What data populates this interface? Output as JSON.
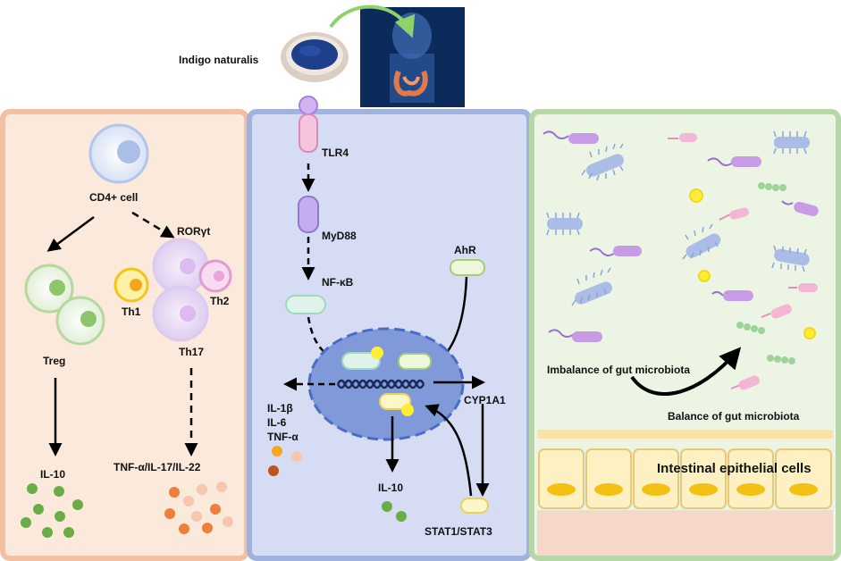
{
  "header": {
    "source_label": "Indigo naturalis"
  },
  "panel_immune": {
    "cd4_label": "CD4+ cell",
    "roryt_label": "RORγt",
    "th1_label": "Th1",
    "th2_label": "Th2",
    "treg_label": "Treg",
    "th17_label": "Th17",
    "il10_label": "IL-10",
    "th17_cytokines_label": "TNF-α/IL-17/IL-22"
  },
  "panel_signaling": {
    "tlr4_label": "TLR4",
    "myd88_label": "MyD88",
    "nfkb_label": "NF-κB",
    "ahr_label": "AhR",
    "cyp1a1_label": "CYP1A1",
    "il1b_label": "IL-1β",
    "il6_label": "IL-6",
    "tnfa_label": "TNF-α",
    "il10_label": "IL-10",
    "stat_label": "STAT1/STAT3"
  },
  "panel_microbiota": {
    "imbalance_label": "Imbalance of gut microbiota",
    "balance_label": "Balance of gut microbiota",
    "epithelial_label": "Intestinal epithelial cells"
  },
  "colors": {
    "immune_bg": "#fbe9dc",
    "immune_border": "#f3c1a2",
    "signaling_bg": "#d6dcf3",
    "signaling_border": "#9fb3de",
    "microbiota_bg": "#ecf5e4",
    "microbiota_border": "#b8d7a6",
    "treg_green": "#6aac45",
    "cytokine_orange": "#ee7e3a",
    "nucleus_blue": "#7f99d9",
    "bacteria_purple": "#c79be6",
    "bacteria_blue": "#a9bde6",
    "bacteria_pink": "#f3b6d4"
  }
}
